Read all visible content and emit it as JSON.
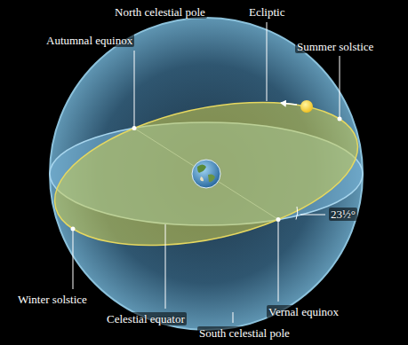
{
  "diagram": {
    "labels": [
      "North celestial pole",
      "Ecliptic",
      "Autumnal equinox",
      "Summer solstice",
      "23½°",
      "Winter solstice",
      "Celestial equator",
      "South celestial pole",
      "Vernal equinox"
    ]
  }
}
